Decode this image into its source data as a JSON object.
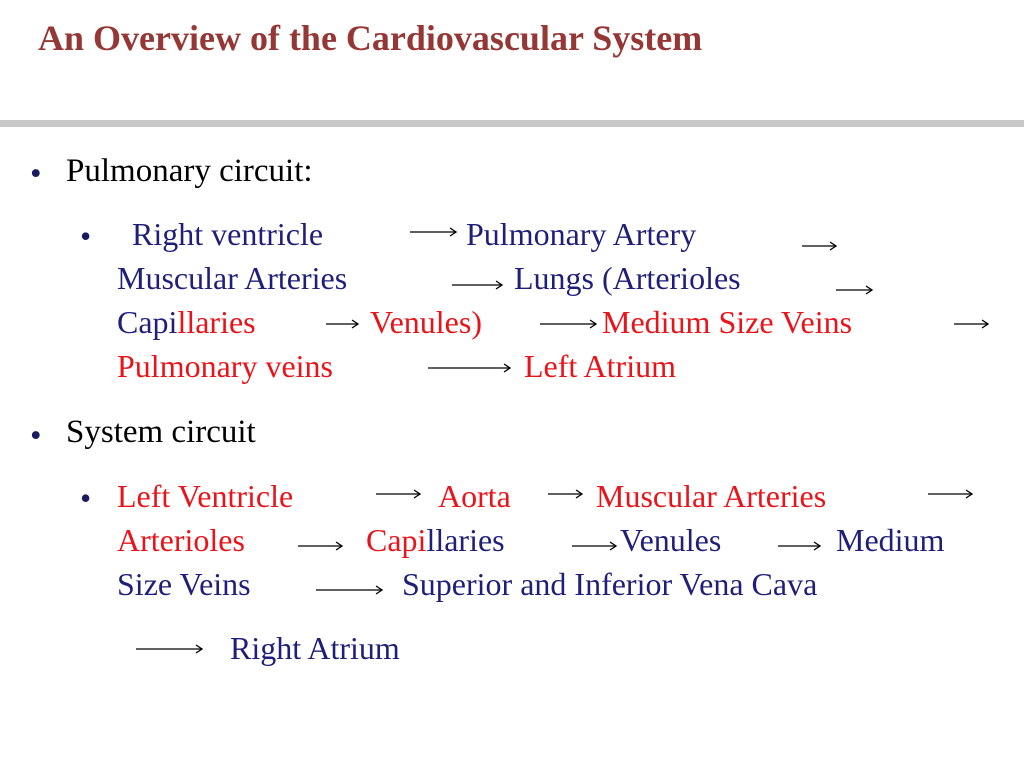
{
  "title": "An Overview of the Cardiovascular System",
  "colors": {
    "title": "#953735",
    "body": "#1f1f7a",
    "highlight": "#e8141a",
    "heading_text": "#000000",
    "divider": "#c8c8c8"
  },
  "bullet_glyph": "•",
  "pulmonary": {
    "heading": "Pulmonary circuit:",
    "right_ventricle": "Right ventricle",
    "pulmonary_artery": "Pulmonary Artery",
    "muscular_arteries": "Muscular Arteries",
    "lungs": "Lungs (Arterioles",
    "capillaries_a": "Capi",
    "capillaries_b": "llaries",
    "venules": "Venules)",
    "medium_size_veins": "Medium Size Veins",
    "pulmonary_veins": "Pulmonary veins",
    "left_atrium": "Left Atrium"
  },
  "systemic": {
    "heading": "System circuit",
    "left_ventricle": "Left Ventricle",
    "aorta": "Aorta",
    "muscular_arteries": "Muscular Arteries",
    "arterioles": "Arterioles",
    "capillaries_a": "Capi",
    "capillaries_b": "llaries",
    "venules": "Venules",
    "medium": "Medium",
    "size_veins": "Size Veins",
    "vena_cava": "Superior and Inferior Vena Cava",
    "right_atrium": "Right Atrium"
  }
}
